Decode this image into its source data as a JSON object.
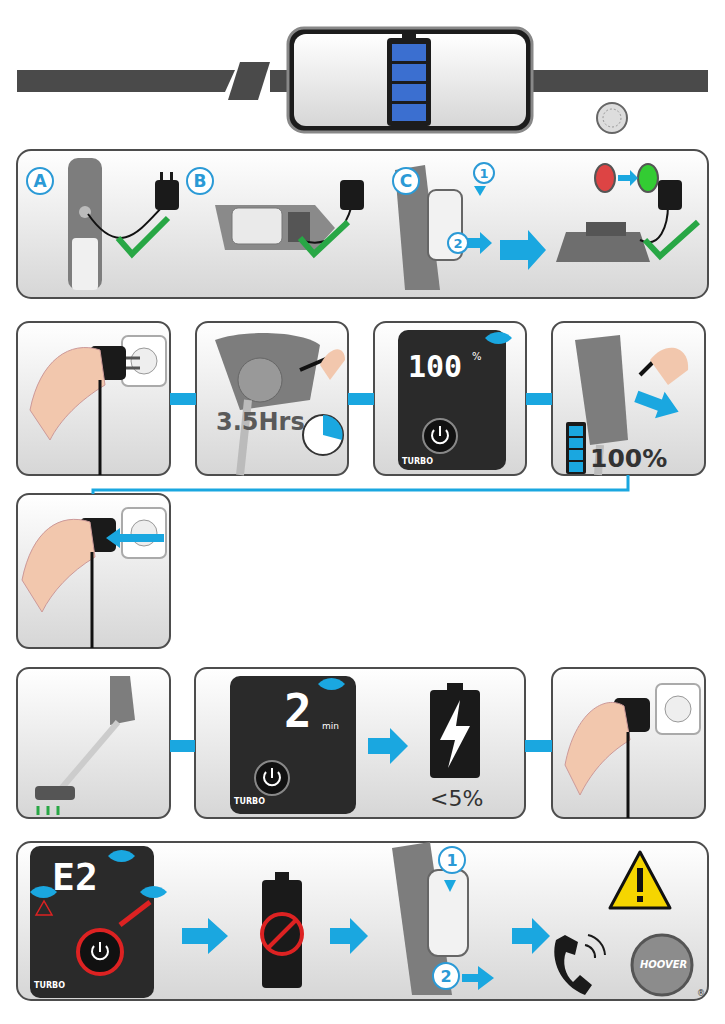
{
  "diagram": {
    "nodes": [
      {
        "text": [
          "A"
        ]
      },
      {
        "text": [
          "B"
        ]
      },
      {
        "text": [
          "C"
        ]
      },
      {
        "text": [
          "1"
        ]
      },
      {
        "text": [
          "2"
        ]
      },
      {
        "text": [
          "1"
        ]
      },
      {
        "text": [
          "2"
        ]
      }
    ],
    "labels": [
      "3.5Hrs",
      "100",
      "%",
      "TURBO",
      "100%",
      "2",
      "min",
      "TURBO",
      "<5%",
      "E2",
      "TURBO",
      "HOOVER",
      "®"
    ]
  }
}
